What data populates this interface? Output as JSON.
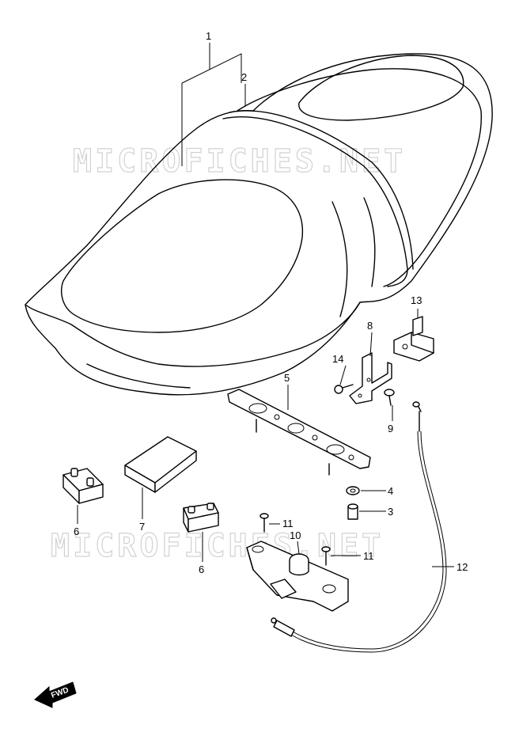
{
  "watermark": "MICROFICHES.NET",
  "fwd_label": "FWD",
  "callouts": {
    "c1": "1",
    "c2": "2",
    "c3": "3",
    "c4": "4",
    "c5": "5",
    "c6a": "6",
    "c6b": "6",
    "c7": "7",
    "c8": "8",
    "c9": "9",
    "c10": "10",
    "c11a": "11",
    "c11b": "11",
    "c12": "12",
    "c13": "13",
    "c14": "14"
  }
}
